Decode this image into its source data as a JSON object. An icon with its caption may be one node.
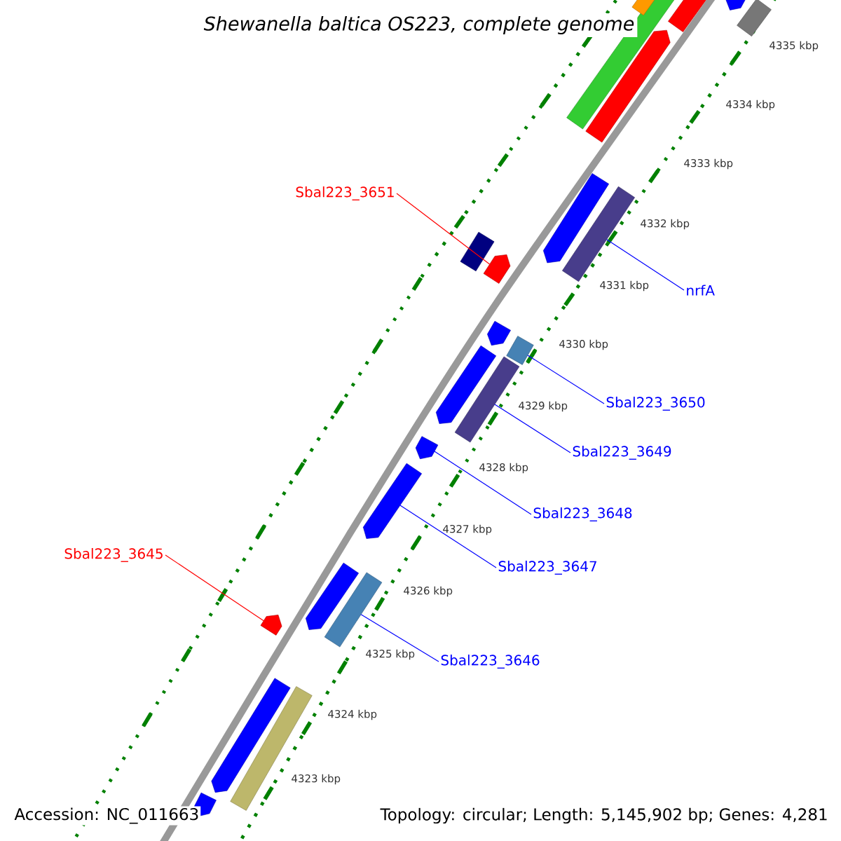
{
  "diagram": {
    "title": "Shewanella baltica OS223, complete genome",
    "nodes": [
      {
        "text": [
          "Sbal223_3651"
        ]
      },
      {
        "text": [],
        "shape": "arrow"
      },
      {
        "text": [
          "nrfA"
        ]
      },
      {
        "text": [],
        "shape": "bar"
      },
      {
        "text": [
          "Sbal223_3650"
        ]
      },
      {
        "text": [],
        "shape": "bar"
      },
      {
        "text": [
          "Sbal223_3649"
        ]
      },
      {
        "text": [],
        "shape": "bar"
      },
      {
        "text": [
          "Sbal223_3648"
        ]
      },
      {
        "text": [],
        "shape": "arrow"
      },
      {
        "text": [
          "Sbal223_3647"
        ]
      },
      {
        "text": [],
        "shape": "arrow"
      },
      {
        "text": [
          "Sbal223_3645"
        ]
      },
      {
        "text": [],
        "shape": "arrow"
      },
      {
        "text": [
          "Sbal223_3646"
        ]
      },
      {
        "text": [],
        "shape": "bar"
      },
      {
        "text": [],
        "shape": "bar"
      },
      {
        "text": [],
        "shape": "arrow"
      },
      {
        "text": [],
        "shape": "bar"
      },
      {
        "text": [],
        "shape": "bar"
      },
      {
        "text": [],
        "shape": "arrow"
      },
      {
        "text": [],
        "shape": "bar"
      },
      {
        "text": [],
        "shape": "bar"
      },
      {
        "text": [],
        "shape": "arrow"
      },
      {
        "text": [],
        "shape": "arrow"
      },
      {
        "text": [],
        "shape": "arrow"
      },
      {
        "text": [],
        "shape": "arrow"
      },
      {
        "text": [],
        "shape": "arrow"
      },
      {
        "text": [],
        "shape": "bar"
      },
      {
        "text": [],
        "shape": "arrow"
      }
    ],
    "edges": [
      {
        "from": 0,
        "to": 1,
        "arrow": "none",
        "color": "#ff0000"
      },
      {
        "from": 2,
        "to": 3,
        "arrow": "none"
      },
      {
        "from": 4,
        "to": 5,
        "arrow": "none"
      },
      {
        "from": 6,
        "to": 7,
        "arrow": "none"
      },
      {
        "from": 8,
        "to": 9,
        "arrow": "none"
      },
      {
        "from": 10,
        "to": 11,
        "arrow": "none"
      },
      {
        "from": 12,
        "to": 13,
        "arrow": "none",
        "color": "#ff0000"
      },
      {
        "from": 14,
        "to": 15,
        "arrow": "none"
      }
    ],
    "labels": [
      "4335 kbp",
      "4334 kbp",
      "4333 kbp",
      "4332 kbp",
      "4331 kbp",
      "4330 kbp",
      "4329 kbp",
      "4328 kbp",
      "4327 kbp",
      "4326 kbp",
      "4325 kbp",
      "4324 kbp",
      "4323 kbp",
      "Accession: NC_011663",
      "Topology: circular; Length: 5,145,902 bp; Genes: 4,281"
    ]
  }
}
